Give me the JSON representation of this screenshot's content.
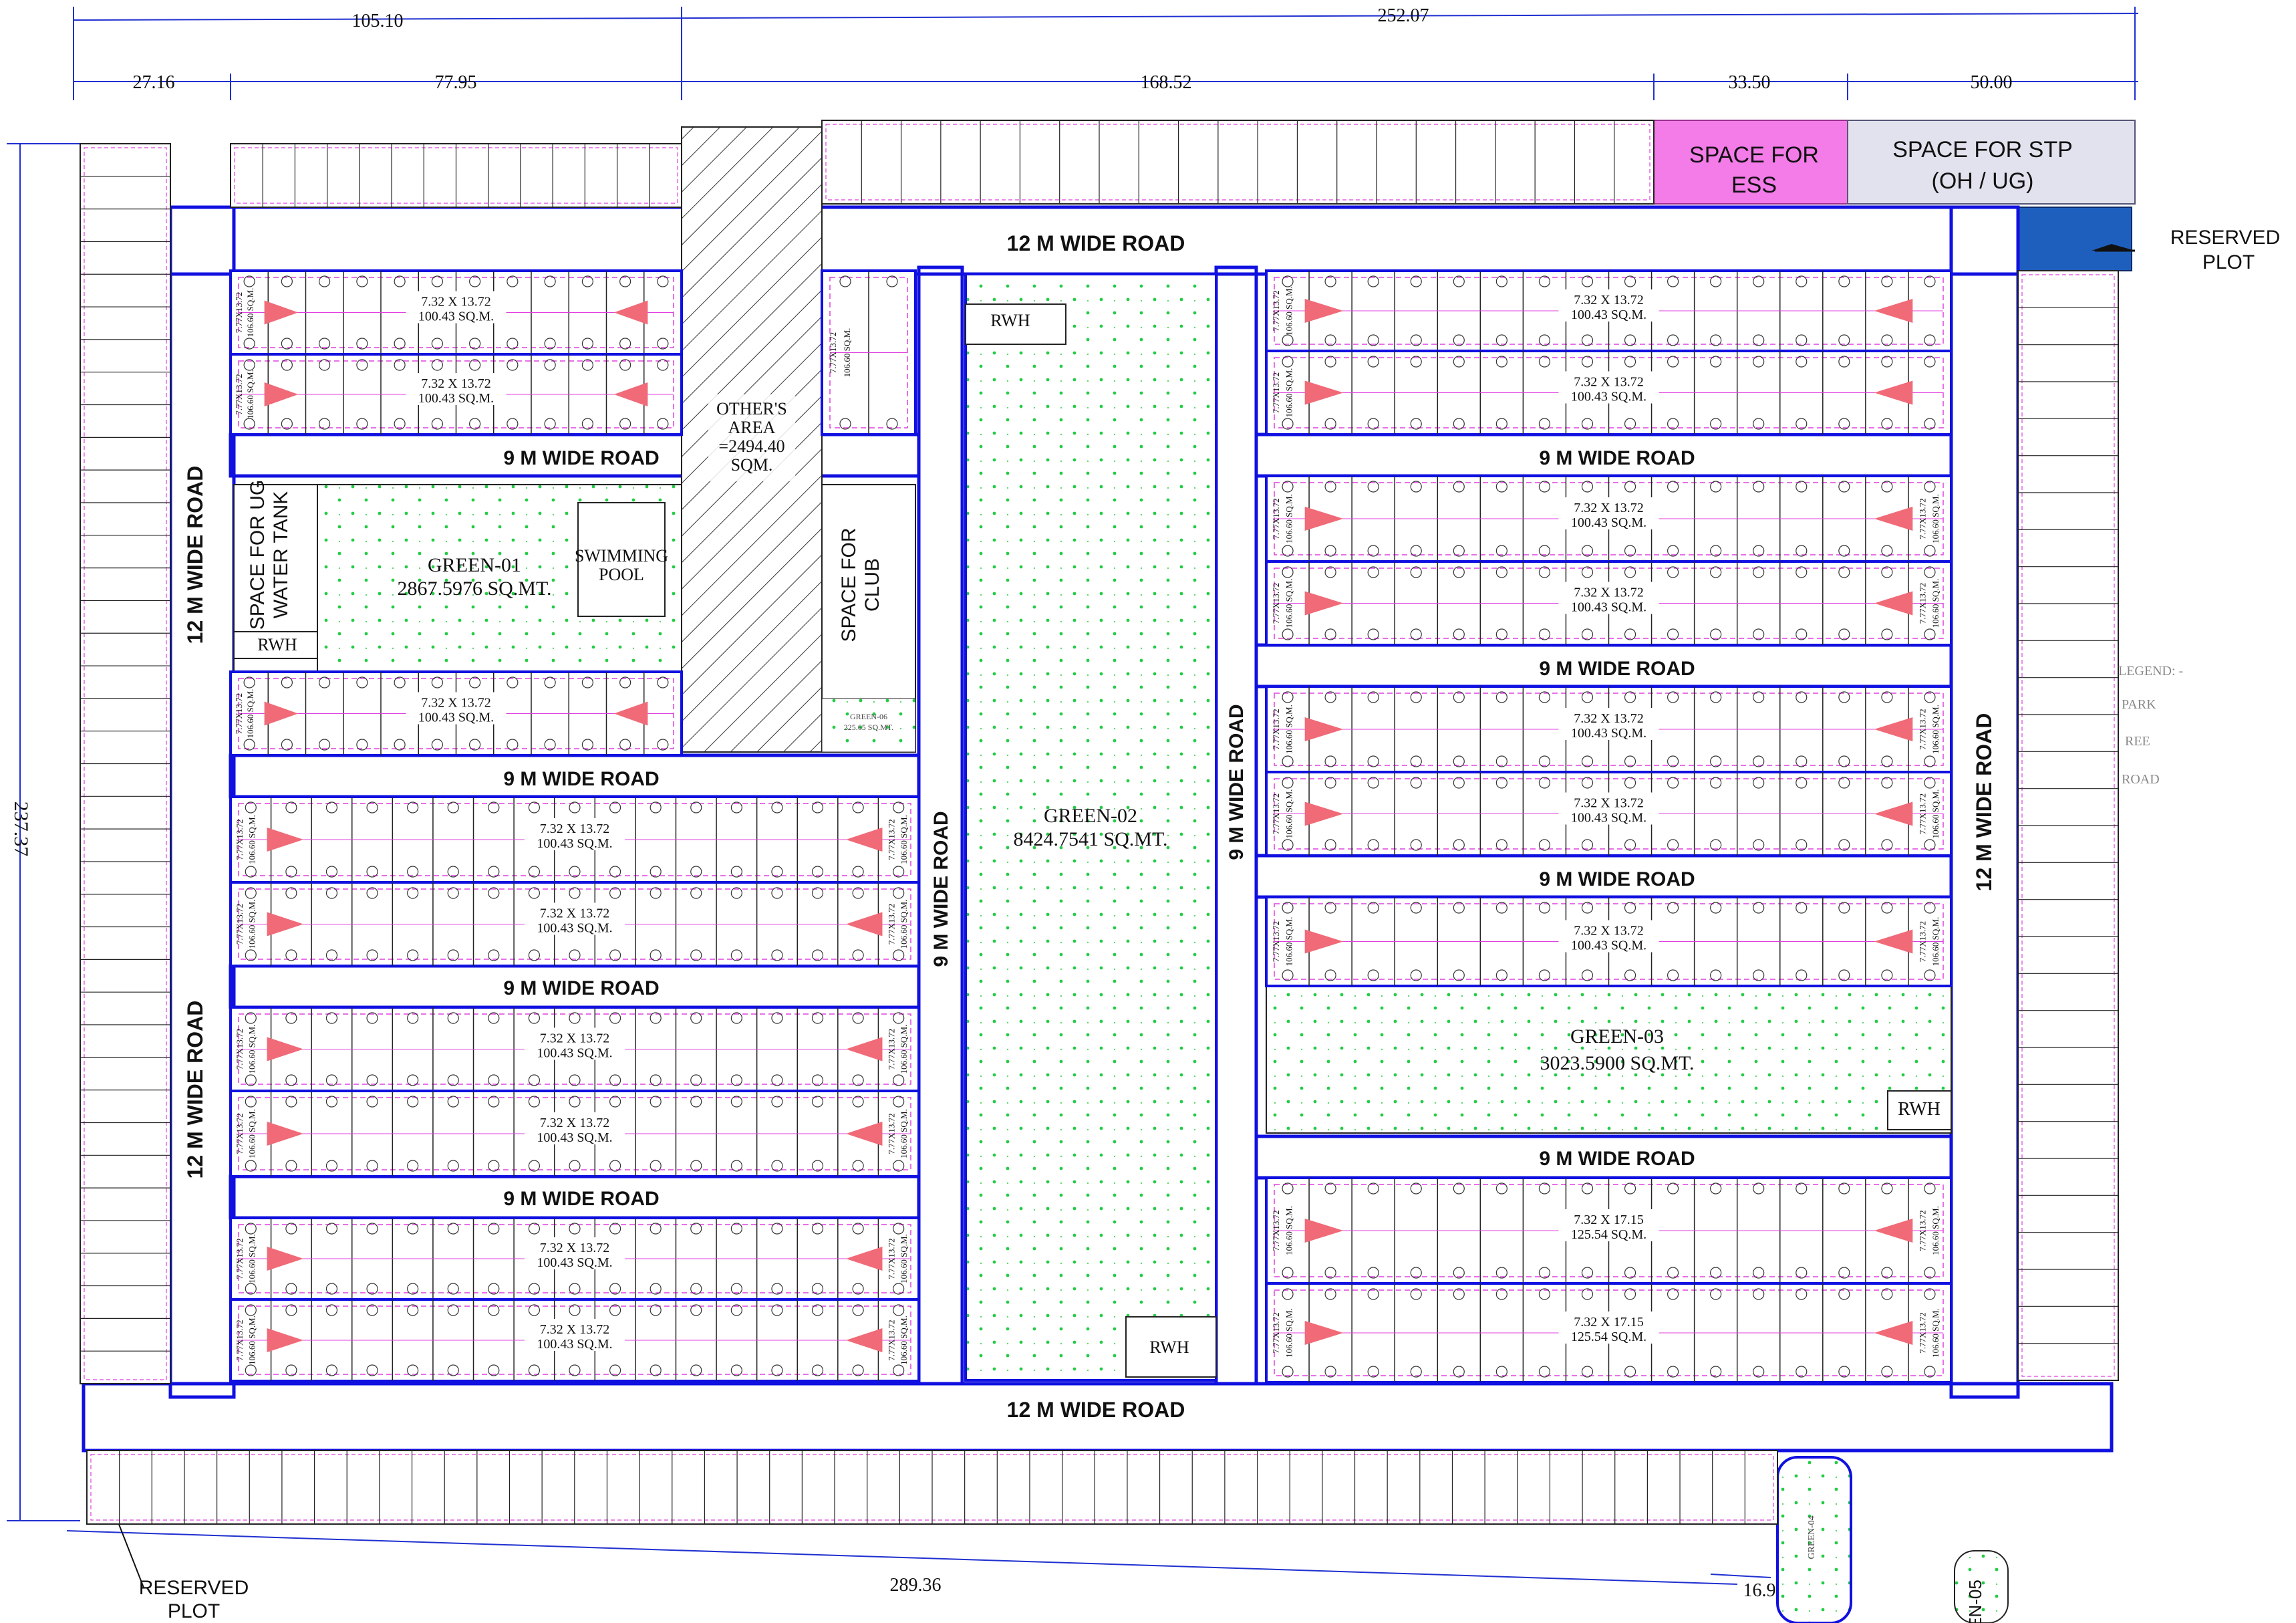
{
  "dimensions": {
    "top_overall": "252.07",
    "top_left": "105.10",
    "seg_a": "27.16",
    "seg_b": "77.95",
    "seg_c": "168.52",
    "seg_d": "33.50",
    "seg_e": "50.00",
    "left_height": "237.37",
    "bottom_length": "289.36",
    "bottom_small": "16.91"
  },
  "roads": {
    "top_12m": "12 M WIDE ROAD",
    "bottom_12m": "12 M WIDE ROAD",
    "left_12m": "12 M WIDE ROAD",
    "right_12m": "12 M WIDE ROAD",
    "vertical_9m": "9 M WIDE ROAD",
    "horizontal_9m": "9 M WIDE ROAD"
  },
  "facilities": {
    "ess": [
      "SPACE FOR",
      "ESS"
    ],
    "stp": [
      "SPACE FOR STP",
      "(OH / UG)"
    ],
    "reserved_top": [
      "RESERVED",
      "PLOT"
    ],
    "reserved_bottom": [
      "RESERVED",
      "PLOT"
    ],
    "others_area": [
      "OTHER'S",
      "AREA",
      "=2494.40",
      "SQM."
    ],
    "club": [
      "SPACE FOR",
      "CLUB"
    ],
    "ug_tank": [
      "SPACE FOR UG",
      "WATER TANK"
    ],
    "pool": [
      "SWIMMING",
      "POOL"
    ],
    "rwh": "RWH"
  },
  "greens": {
    "g01": [
      "GREEN-01",
      "2867.5976 SQ.MT."
    ],
    "g02": [
      "GREEN-02",
      "8424.7541 SQ.MT."
    ],
    "g03": [
      "GREEN-03",
      "3023.5900 SQ.MT."
    ],
    "g04": "GREEN-04",
    "g05": "EN-05",
    "g06": [
      "GREEN-06",
      "225.65 SQ.MT."
    ]
  },
  "plot_labels": {
    "standard": [
      "7.32 X 13.72",
      "100.43 SQ.M."
    ],
    "large": [
      "7.32 X 17.15",
      "125.54 SQ.M."
    ],
    "side": [
      "7.77X13.72",
      "106.60 SQ.M."
    ]
  },
  "legend": [
    "LEGEND: -",
    "PARK",
    "REE",
    "ROAD"
  ],
  "colors": {
    "road_border": "#1010e0",
    "plot_line": "#222222",
    "setback": "#e040e0",
    "green_dot": "#22cc44",
    "arrow": "#f06a78",
    "ess_fill": "#f37ce8",
    "stp_fill": "#e2e2ee",
    "reserved_fill": "#1e5fbe"
  }
}
